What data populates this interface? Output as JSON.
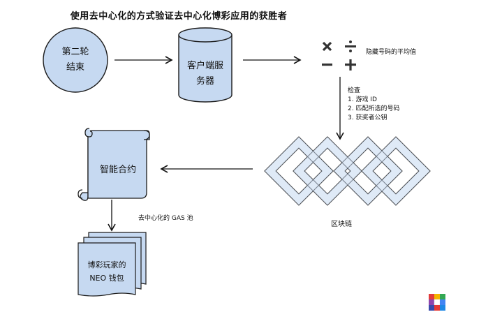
{
  "title": "使用去中心化的方式验证去中心化博彩应用的获胜者",
  "nodes": {
    "round_end": {
      "line1": "第二轮",
      "line2": "结束"
    },
    "client_server": {
      "line1": "客户端服",
      "line2": "务器"
    },
    "hash_label": "隐藏号码的平均值",
    "smart_contract": "智能合约",
    "blockchain": "区块链",
    "wallet": {
      "line1": "博彩玩家的",
      "line2": "NEO 钱包"
    }
  },
  "check": {
    "heading": "检查",
    "items": [
      "1. 游戏 ID",
      "2. 匹配所选的号码",
      "3. 获奖者公钥"
    ]
  },
  "gas_label": "去中心化的 GAS 池",
  "colors": {
    "fill": "#c6d9f1",
    "stroke": "#1c1c1c",
    "arrow": "#111111"
  }
}
